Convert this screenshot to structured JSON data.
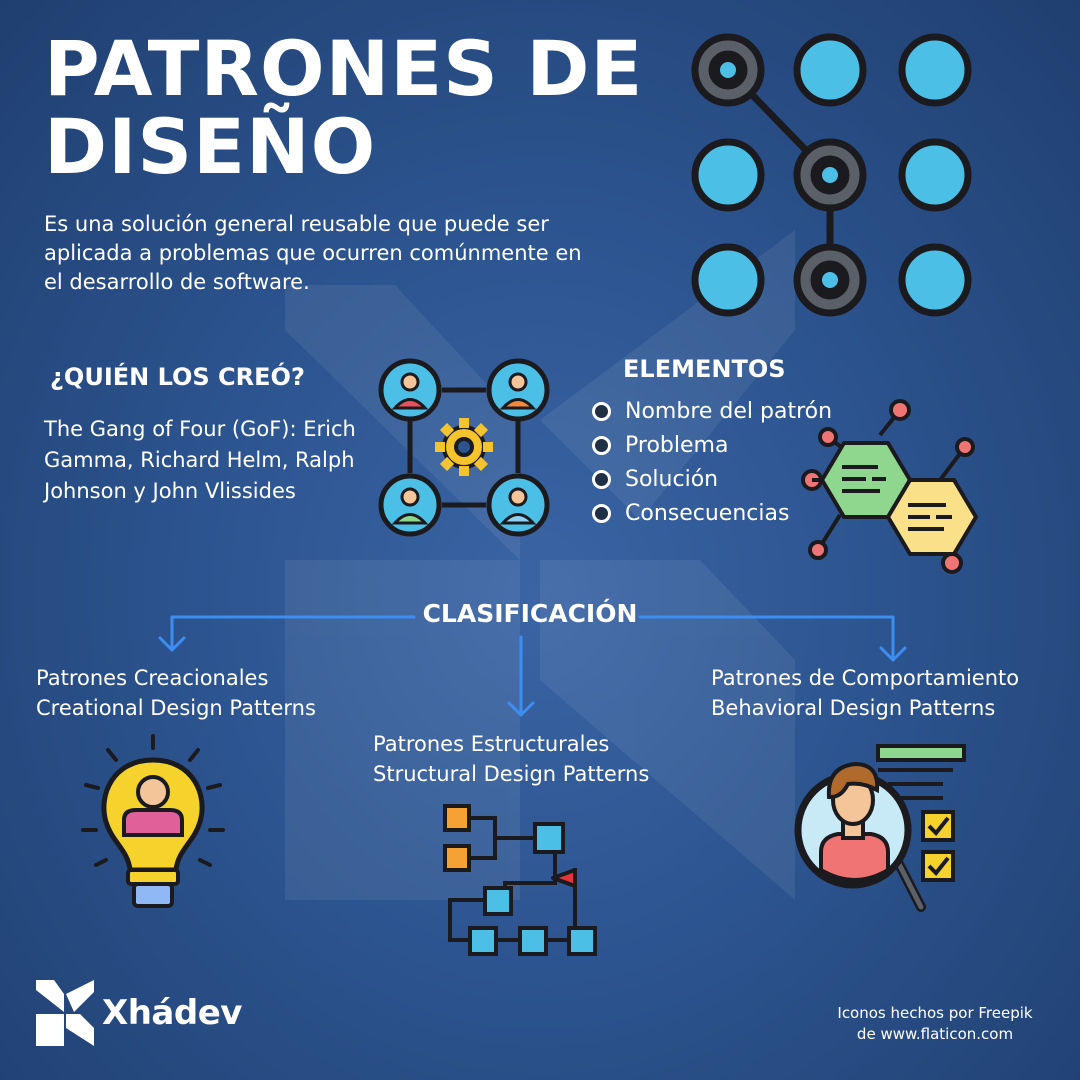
{
  "title": {
    "line1": "PATRONES DE",
    "line2": "DISEÑO"
  },
  "intro": "Es una solución general reusable que puede ser aplicada a problemas que ocurren comúnmente en el desarrollo de software.",
  "creators": {
    "heading": "¿QUIÉN LOS CREÓ?",
    "text": "The Gang of Four (GoF): Erich Gamma, Richard Helm, Ralph Johnson y John Vlissides"
  },
  "elements": {
    "heading": "ELEMENTOS",
    "items": [
      "Nombre del patrón",
      "Problema",
      "Solución",
      "Consecuencias"
    ]
  },
  "classification": {
    "heading": "CLASIFICACIÓN",
    "creational": {
      "es": "Patrones Creacionales",
      "en": "Creational Design Patterns"
    },
    "structural": {
      "es": "Patrones Estructurales",
      "en": "Structural Design Patterns"
    },
    "behavioral": {
      "es": "Patrones de Comportamiento",
      "en": "Behavioral Design Patterns"
    }
  },
  "brand": {
    "name": "Xhádev"
  },
  "credits": {
    "line1": "Iconos hechos por Freepik",
    "line2": "de www.flaticon.com"
  },
  "colors": {
    "background": "#2c548f",
    "accent_line": "#3d8ef0",
    "node_blue": "#4bbfe6",
    "outline": "#1b1b1f"
  },
  "icons": [
    "pattern-grid-icon",
    "team-gear-icon",
    "hexagon-molecule-icon",
    "lightbulb-person-icon",
    "flowchart-icon",
    "magnifier-person-icon",
    "xhadev-logo-icon"
  ]
}
